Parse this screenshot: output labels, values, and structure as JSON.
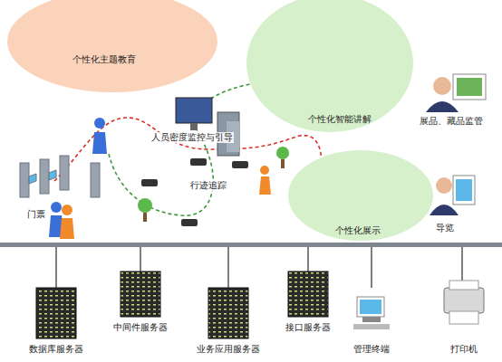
{
  "diagram": {
    "nodes": [
      {
        "text": [
          "个性化主题教育"
        ]
      },
      {
        "text": [
          "个性化智能讲解"
        ]
      },
      {
        "text": [
          "个性化展示"
        ]
      }
    ],
    "labels": [
      "展品、藏品监管",
      "人员密度监控与引导",
      "行迹追踪",
      "门票",
      "导览",
      "数据库服务器",
      "中间件服务器",
      "业务应用服务器",
      "接口服务器",
      "管理终端",
      "打印机"
    ]
  }
}
